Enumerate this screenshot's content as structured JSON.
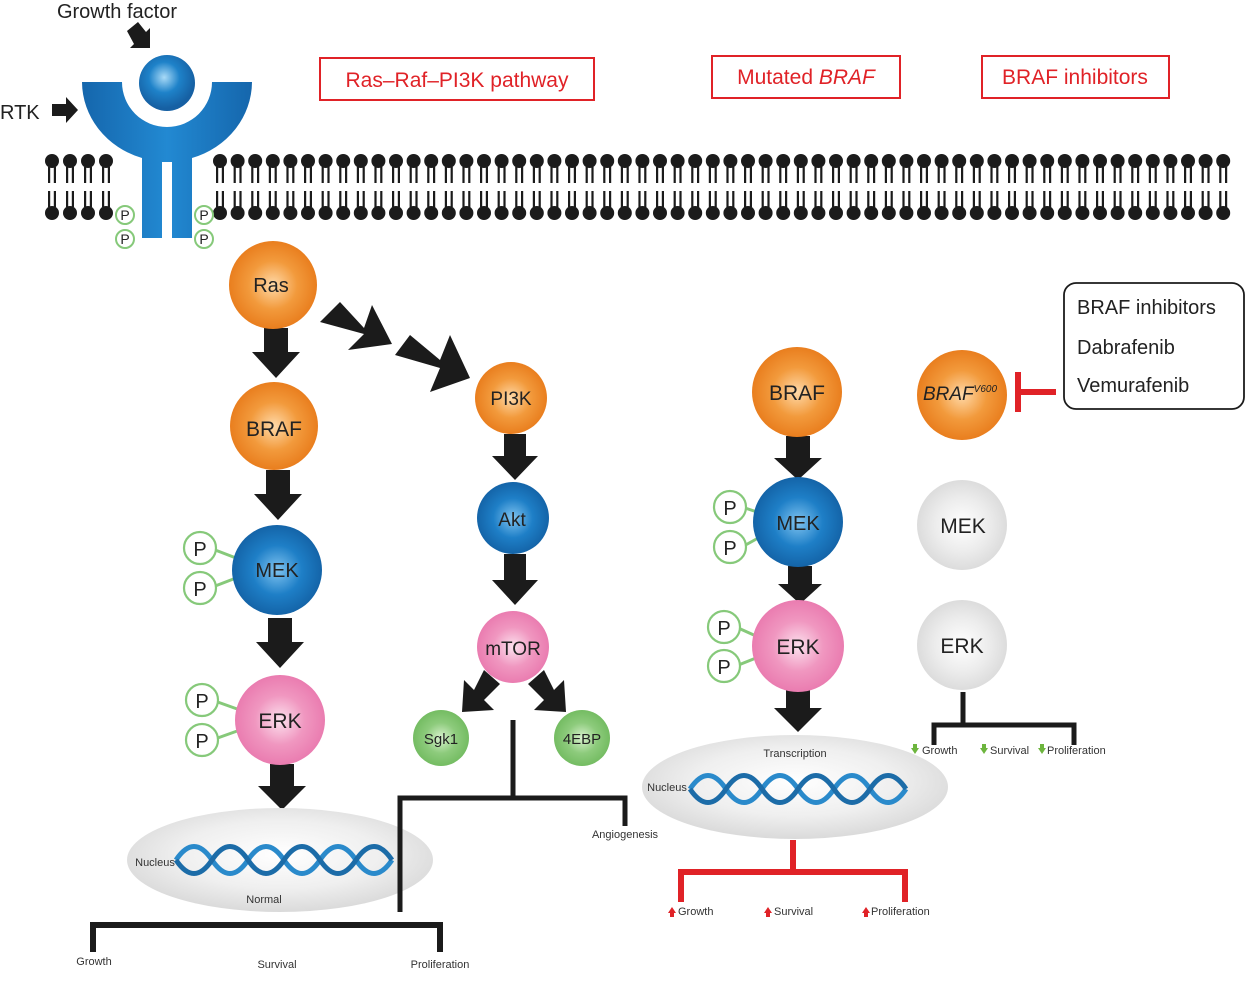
{
  "labels": {
    "growth_factor": "Growth factor",
    "rtk": "RTK",
    "phospho": "P",
    "nucleus": "Nucleus",
    "normal": "Normal",
    "transcription": "Transcription",
    "angiogenesis": "Angiogenesis"
  },
  "panels": {
    "pathway_title": "Ras–Raf–PI3K pathway",
    "mutated_prefix": "Mutated ",
    "mutated_gene": "BRAF",
    "inhibitors_title": "BRAF inhibitors"
  },
  "nodes": {
    "ras": "Ras",
    "braf": "BRAF",
    "mek": "MEK",
    "erk": "ERK",
    "pi3k": "PI3K",
    "akt": "Akt",
    "mtor": "mTOR",
    "sgk1": "Sgk1",
    "ebp": "4EBP",
    "braf_mut": "BRAF",
    "braf_v600": "BRAF",
    "v600_sup": "V600",
    "mek_inh": "MEK",
    "erk_inh": "ERK"
  },
  "inhibitor_box": {
    "items": [
      "BRAF inhibitors",
      "Dabrafenib",
      "Vemurafenib"
    ]
  },
  "outcomes": {
    "normal": [
      "Growth",
      "Survival",
      "Proliferation"
    ],
    "mutated": [
      "Growth",
      "Survival",
      "Proliferation"
    ],
    "inhibited": [
      "Growth",
      "Survival",
      "Proliferation"
    ]
  },
  "colors": {
    "orange": "#F0892A",
    "blue": "#1A76BE",
    "pink": "#EE85B5",
    "green": "#7CC36B",
    "grey": "#E4E4E4",
    "red": "#E02227",
    "dna": "#2A8ACB",
    "black": "#1B1B1B"
  }
}
